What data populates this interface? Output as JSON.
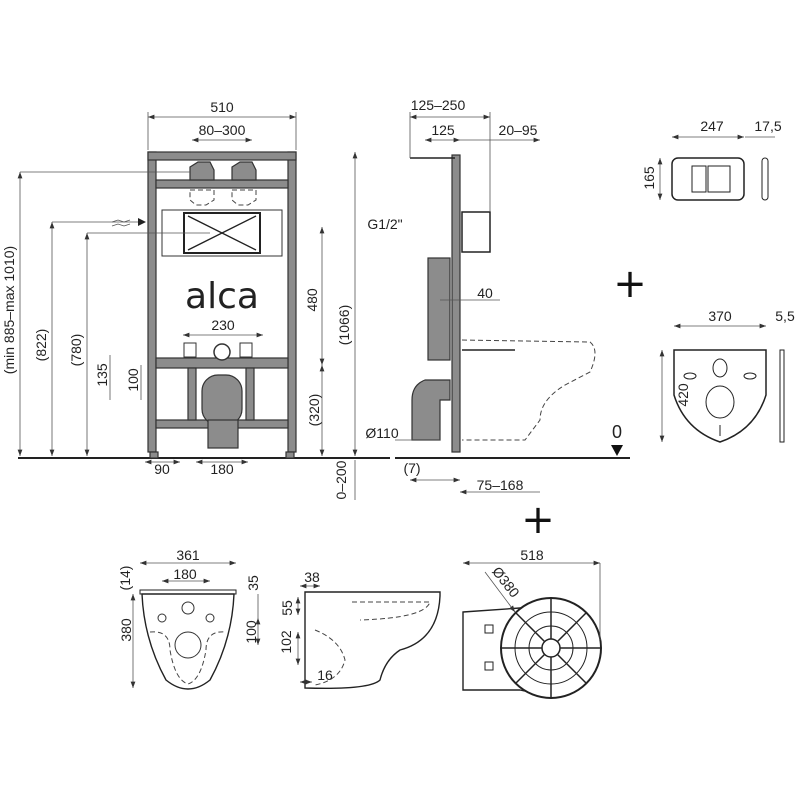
{
  "brand": {
    "logo_text": "alca"
  },
  "front_view": {
    "width": "510",
    "hanger_spacing": "80–300",
    "outlet_spacing": "230",
    "height_480": "480",
    "total_height": "(1066)",
    "flush_height": "(822)",
    "inlet_height": "(780)",
    "adjust_range": "(min 885–max 1010)",
    "dim_135": "135",
    "dim_100": "100",
    "dim_320": "(320)",
    "foot_90": "90",
    "foot_180": "180",
    "floor_range": "0–200"
  },
  "side_view": {
    "depth_range": "125–250",
    "depth": "125",
    "plate_range": "20–95",
    "inlet_thread": "G1/2\"",
    "dim_40": "40",
    "drain_dia": "Ø110",
    "dim_7": "(7)",
    "dim_75_168": "75–168",
    "floor_level": "0"
  },
  "flush_plate": {
    "width": "247",
    "thickness": "17,5",
    "height": "165"
  },
  "seal": {
    "width": "370",
    "thickness": "5,5",
    "height": "420"
  },
  "toilet_top": {
    "width": "361",
    "bolt_spacing": "180",
    "dim_14": "(14)",
    "dim_35": "35",
    "length": "380",
    "dim_100": "100"
  },
  "toilet_side": {
    "dim_38": "38",
    "dim_55": "55",
    "dim_102": "102",
    "dim_16": "16"
  },
  "toilet_plan": {
    "width": "518",
    "diameter": "Ø380"
  },
  "plus_signs": [
    "+",
    "+"
  ]
}
